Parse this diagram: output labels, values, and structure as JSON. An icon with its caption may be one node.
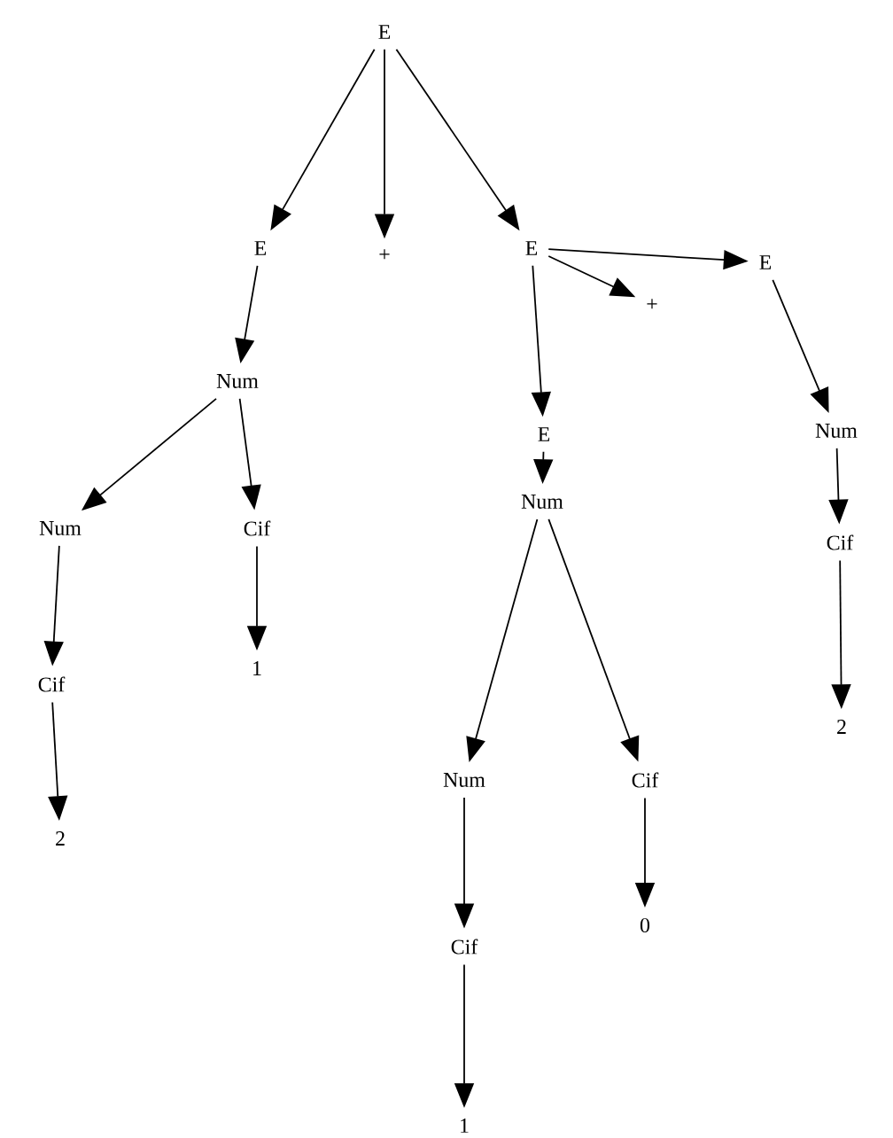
{
  "diagram": {
    "nodes": [
      {
        "text": [
          "E"
        ]
      },
      {
        "text": [
          "E"
        ]
      },
      {
        "text": [
          "+"
        ]
      },
      {
        "text": [
          "E"
        ]
      },
      {
        "text": [
          "E"
        ]
      },
      {
        "text": [
          "Num"
        ]
      },
      {
        "text": [
          "+"
        ]
      },
      {
        "text": [
          "E"
        ]
      },
      {
        "text": [
          "Num"
        ]
      },
      {
        "text": [
          "Num"
        ]
      },
      {
        "text": [
          "Cif"
        ]
      },
      {
        "text": [
          "Num"
        ]
      },
      {
        "text": [
          "Cif"
        ]
      },
      {
        "text": [
          "Cif"
        ]
      },
      {
        "text": [
          "1"
        ]
      },
      {
        "text": [
          "2"
        ]
      },
      {
        "text": [
          "Num"
        ]
      },
      {
        "text": [
          "Cif"
        ]
      },
      {
        "text": [
          "2"
        ]
      },
      {
        "text": [
          "0"
        ]
      },
      {
        "text": [
          "Cif"
        ]
      },
      {
        "text": [
          "1"
        ]
      }
    ],
    "edges": [
      {
        "from": 0,
        "to": 1,
        "arrow": "to"
      },
      {
        "from": 0,
        "to": 2,
        "arrow": "to"
      },
      {
        "from": 0,
        "to": 3,
        "arrow": "to"
      },
      {
        "from": 3,
        "to": 4,
        "arrow": "to"
      },
      {
        "from": 3,
        "to": 7,
        "arrow": "to"
      },
      {
        "from": 3,
        "to": 6,
        "arrow": "to"
      },
      {
        "from": 1,
        "to": 5,
        "arrow": "to"
      },
      {
        "from": 4,
        "to": 8,
        "arrow": "to"
      },
      {
        "from": 7,
        "to": 11,
        "arrow": "to"
      },
      {
        "from": 5,
        "to": 9,
        "arrow": "to"
      },
      {
        "from": 5,
        "to": 10,
        "arrow": "to"
      },
      {
        "from": 8,
        "to": 12,
        "arrow": "to"
      },
      {
        "from": 10,
        "to": 14,
        "arrow": "to"
      },
      {
        "from": 12,
        "to": 15,
        "arrow": "to"
      },
      {
        "from": 9,
        "to": 13,
        "arrow": "to"
      },
      {
        "from": 11,
        "to": 16,
        "arrow": "to"
      },
      {
        "from": 11,
        "to": 17,
        "arrow": "to"
      },
      {
        "from": 13,
        "to": 18,
        "arrow": "to"
      },
      {
        "from": 17,
        "to": 19,
        "arrow": "to"
      },
      {
        "from": 16,
        "to": 20,
        "arrow": "to"
      },
      {
        "from": 20,
        "to": 21,
        "arrow": "to"
      }
    ]
  }
}
